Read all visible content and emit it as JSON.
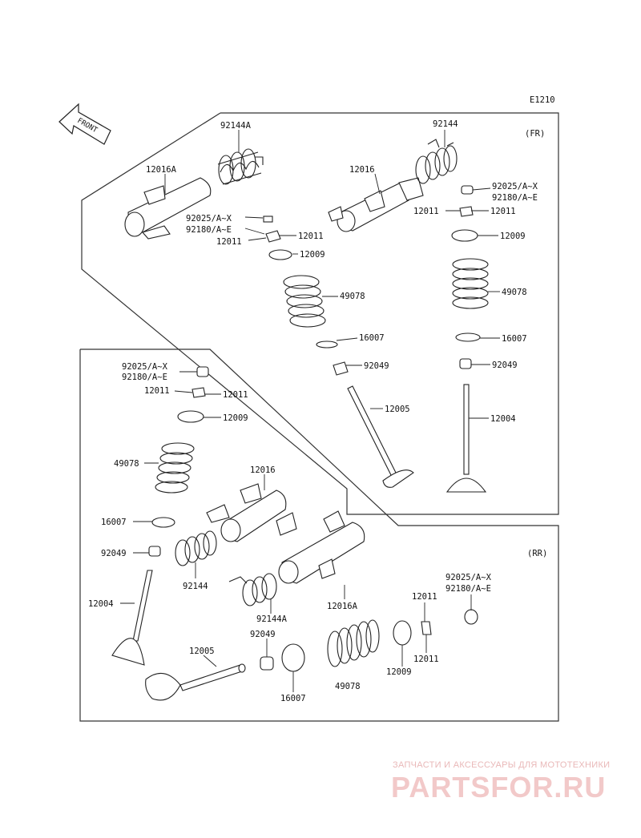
{
  "diagram_code": "E1210",
  "front_marker": "FRONT",
  "section_fr": "(FR)",
  "section_rr": "(RR)",
  "labels": {
    "l01": "92144A",
    "l02": "12016A",
    "l03": "92025/A~X",
    "l04": "92180/A~E",
    "l05": "12011",
    "l06": "12011",
    "l07": "12009",
    "l08": "49078",
    "l09": "16007",
    "l10": "92049",
    "l11": "12005",
    "l12": "92144",
    "l13": "12016",
    "l14": "92025/A~X",
    "l15": "92180/A~E",
    "l16": "12011",
    "l17": "12011",
    "l18": "12009",
    "l19": "49078",
    "l20": "16007",
    "l21": "92049",
    "l22": "12004",
    "l23": "92025/A~X",
    "l24": "92180/A~E",
    "l25": "12011",
    "l26": "12011",
    "l27": "12009",
    "l28": "49078",
    "l29": "12016",
    "l30": "16007",
    "l31": "92049",
    "l32": "92144",
    "l33": "12004",
    "l34": "92144A",
    "l35": "12016A",
    "l36": "92049",
    "l37": "12005",
    "l38": "16007",
    "l39": "49078",
    "l40": "12009",
    "l41": "12011",
    "l42": "12011",
    "l43": "92025/A~X",
    "l44": "92180/A~E"
  },
  "watermark": {
    "tagline": "ЗАПЧАСТИ И АКСЕССУАРЫ ДЛЯ МОТОТЕХНИКИ",
    "brand": "PARTSFOR.RU",
    "color": "#f2c9c9"
  }
}
